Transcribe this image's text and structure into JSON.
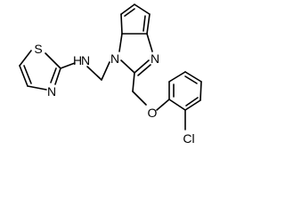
{
  "molecule": {
    "atoms": {
      "s1": "S",
      "n_thiazole": "N",
      "nh": "H",
      "nh_n": "N",
      "n1_benzimidazole": "N",
      "n3_benzimidazole": "N",
      "o_ether": "O",
      "cl": "Cl"
    }
  }
}
